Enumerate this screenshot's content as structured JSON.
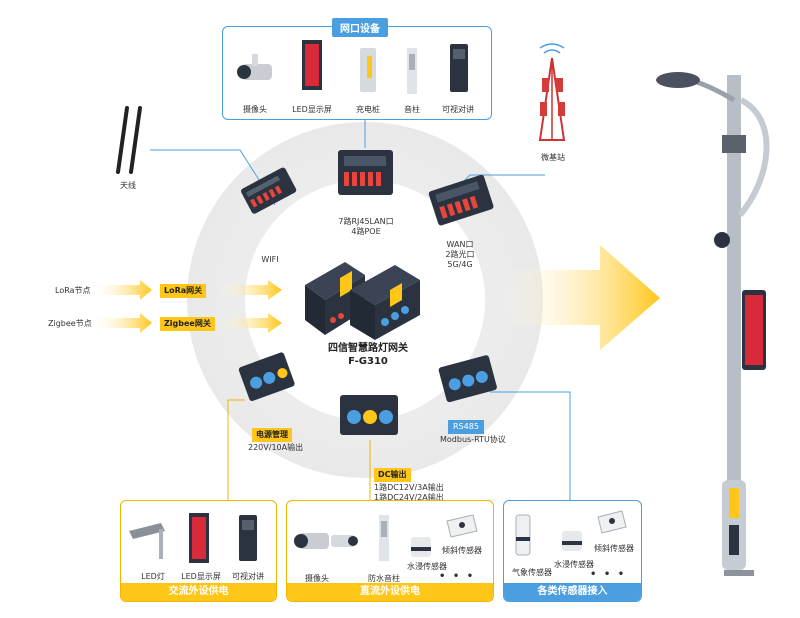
{
  "network": {
    "title": "网口设备",
    "items": [
      "摄像头",
      "LED显示屏",
      "充电桩",
      "音柱",
      "可视对讲"
    ]
  },
  "antenna": {
    "label": "天线"
  },
  "micro_station": {
    "label": "微基站"
  },
  "hub": {
    "wifi": "WIFI",
    "lan": "7路RJ45LAN口\n4路POE",
    "wan": "WAN口\n2路光口\n5G/4G",
    "gateway_name": "四信智慧路灯网关",
    "gateway_model": "F-G310"
  },
  "inputs": [
    {
      "node": "LoRa节点",
      "gateway": "LoRa网关"
    },
    {
      "node": "Zigbee节点",
      "gateway": "Zigbee网关"
    }
  ],
  "power": {
    "tag": "电源管理",
    "desc": "220V/10A输出"
  },
  "dc": {
    "tag": "DC输出",
    "lines": [
      "1路DC12V/3A输出",
      "1路DC24V/2A输出"
    ]
  },
  "rs485": {
    "tag": "RS485",
    "desc": "Modbus-RTU协议"
  },
  "panels": {
    "ac": {
      "title": "交流外设供电",
      "items": [
        "LED灯",
        "LED显示屏",
        "可视对讲"
      ]
    },
    "dc": {
      "title": "直流外设供电",
      "items": [
        "摄像头",
        "防水音柱",
        "水浸传感器",
        "倾斜传感器"
      ],
      "more": "• • •"
    },
    "sensor": {
      "title": "各类传感器接入",
      "items": [
        "气象传感器",
        "水浸传感器",
        "倾斜传感器"
      ],
      "more": "• • •"
    }
  },
  "colors": {
    "accent_yellow": "#ffc61a",
    "accent_blue": "#4b9fe0",
    "device_body": "#2b3340"
  }
}
